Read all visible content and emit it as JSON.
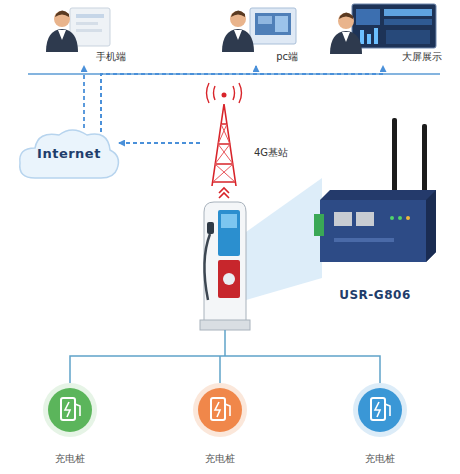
{
  "diagram": {
    "nodes": [
      {
        "text": [
          "手机端"
        ]
      },
      {
        "text": [
          "pc端"
        ]
      },
      {
        "text": [
          "大屏展示"
        ]
      },
      {
        "text": [
          "Internet"
        ]
      },
      {
        "text": [
          "4G基站"
        ]
      },
      {
        "text": [
          "USR-G806"
        ]
      },
      {
        "text": [
          "充电桩"
        ]
      },
      {
        "text": [
          "充电桩"
        ]
      },
      {
        "text": [
          "充电桩"
        ]
      }
    ],
    "edges": [
      {
        "from": 3,
        "to": 0,
        "arrow": "to"
      },
      {
        "from": 3,
        "to": 1,
        "arrow": "to"
      },
      {
        "from": 3,
        "to": 2,
        "arrow": "to"
      },
      {
        "from": 4,
        "to": 3,
        "arrow": "to"
      }
    ]
  }
}
